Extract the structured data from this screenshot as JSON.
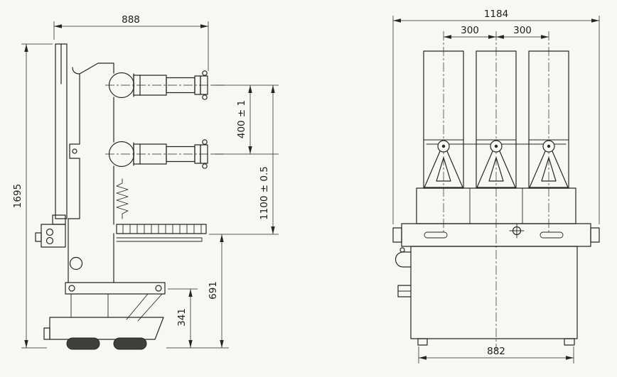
{
  "colors": {
    "ink": "#262626",
    "paper": "#f7f7f4"
  },
  "side_view": {
    "overall_width": "888",
    "overall_height": "1695",
    "contact_spacing": "400 ± 1",
    "contact_height": "1100 ± 0.5",
    "arm_height": "691",
    "plate_height": "341"
  },
  "front_view": {
    "overall_width": "1184",
    "phase_spacing_left": "300",
    "phase_spacing_right": "300",
    "base_width": "882"
  }
}
